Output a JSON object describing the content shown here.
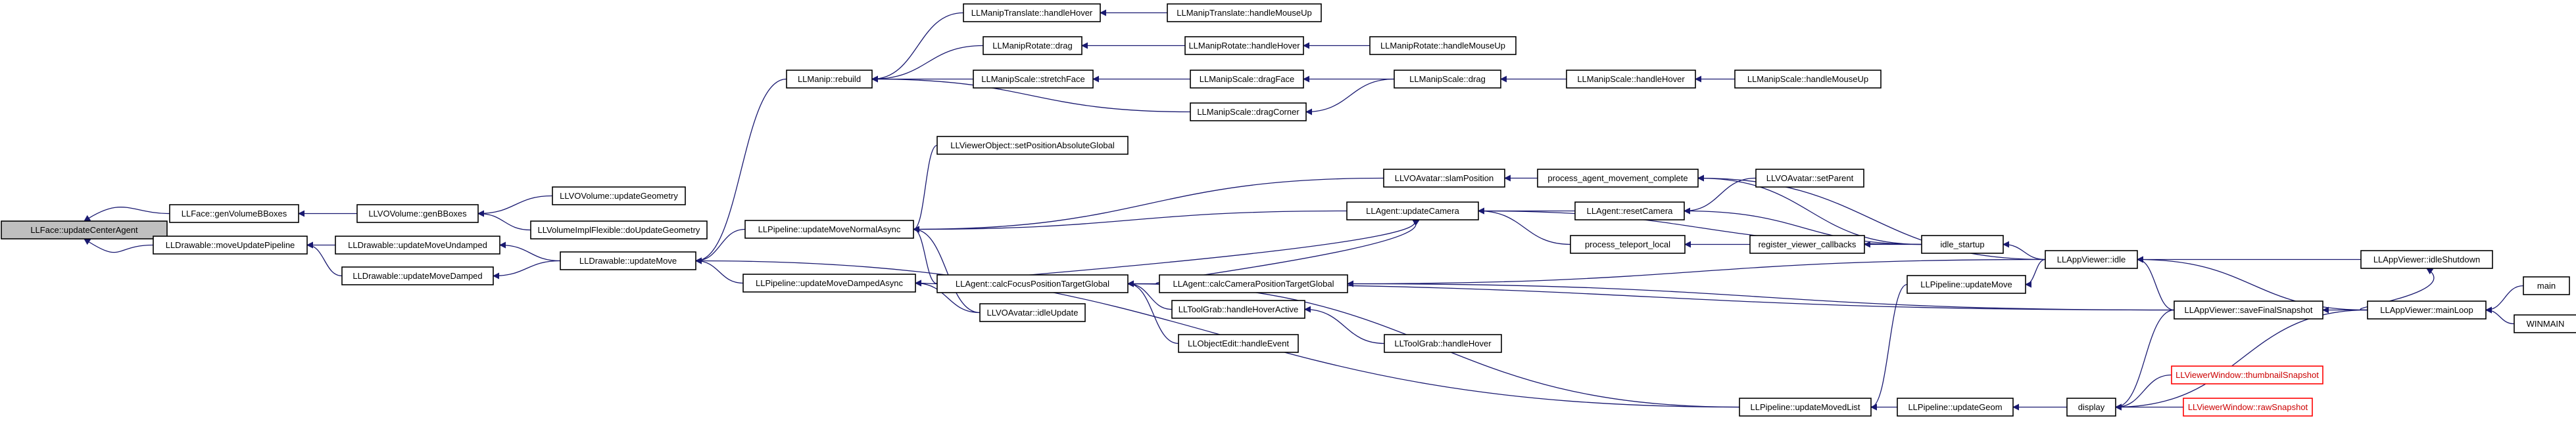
{
  "diagram": {
    "colors": {
      "edge": "#191970",
      "node_border": "#000000",
      "root_fill": "#bfbfbf",
      "external_border": "#ff0000"
    },
    "nodes": {
      "n0": "LLFace::updateCenterAgent",
      "n1": "LLFace::genVolumeBBoxes",
      "n2": "LLDrawable::moveUpdatePipeline",
      "n3": "LLVOVolume::genBBoxes",
      "n4": "LLVOVolume::updateGeometry",
      "n5": "LLVolumeImplFlexible::doUpdateGeometry",
      "n6": "LLDrawable::updateMoveUndamped",
      "n7": "LLDrawable::updateMoveDamped",
      "n8": "LLDrawable::updateMove",
      "n9": "LLManip::rebuild",
      "n10": "LLPipeline::updateMoveNormalAsync",
      "n11": "LLPipeline::updateMoveDampedAsync",
      "n12": "LLPipeline::updateMovedList",
      "n13": "LLManipTranslate::handleHover",
      "n14": "LLManipTranslate::handleMouseUp",
      "n15": "LLManipRotate::drag",
      "n16": "LLManipRotate::handleHover",
      "n17": "LLManipRotate::handleMouseUp",
      "n18": "LLManipScale::stretchFace",
      "n19": "LLManipScale::dragFace",
      "n20": "LLManipScale::drag",
      "n21": "LLManipScale::handleHover",
      "n22": "LLManipScale::handleMouseUp",
      "n23": "LLManipScale::dragCorner",
      "n24": "LLViewerObject::setPositionAbsoluteGlobal",
      "n25": "LLVOAvatar::slamPosition",
      "n26": "process_agent_movement_complete",
      "n27": "LLAgent::updateCamera",
      "n28": "LLAgent::resetCamera",
      "n29": "LLVOAvatar::setParent",
      "n30": "process_teleport_local",
      "n31": "register_viewer_callbacks",
      "n32": "idle_startup",
      "n33": "LLAgent::calcFocusPositionTargetGlobal",
      "n34": "LLAgent::calcCameraPositionTargetGlobal",
      "n35": "LLVOAvatar::idleUpdate",
      "n36": "LLToolGrab::handleHoverActive",
      "n37": "LLToolGrab::handleHover",
      "n38": "LLObjectEdit::handleEvent",
      "n39": "LLAppViewer::idle",
      "n40": "LLPipeline::updateMove",
      "n41": "LLAppViewer::idleShutdown",
      "n42": "LLAppViewer::saveFinalSnapshot",
      "n43": "LLAppViewer::mainLoop",
      "n44": "main",
      "n45": "WINMAIN",
      "n46": "LLPipeline::updateGeom",
      "n47": "display",
      "n48": "LLViewerWindow::thumbnailSnapshot",
      "n49": "LLViewerWindow::rawSnapshot"
    }
  }
}
